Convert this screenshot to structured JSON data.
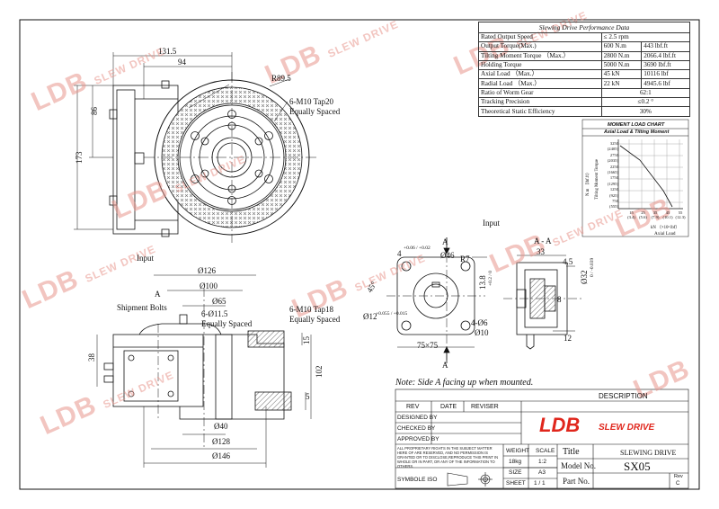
{
  "performance": {
    "title": "Slewing Drive Performance Data",
    "rows": [
      {
        "label": "Rated Output Speed",
        "v1": "≤ 2.5 rpm",
        "v2": ""
      },
      {
        "label": "Output Torque(Max.)",
        "v1": "600 N.m",
        "v2": "443 lbf.ft"
      },
      {
        "label": "Tilting Moment Torque （Max.）",
        "v1": "2800 N.m",
        "v2": "2066.4 lbf.ft"
      },
      {
        "label": "Holding Torque",
        "v1": "5000 N.m",
        "v2": "3690 lbf.ft"
      },
      {
        "label": "Axial Load （Max.）",
        "v1": "45 kN",
        "v2": "10116 lbf"
      },
      {
        "label": "Radial Load （Max.）",
        "v1": "22 kN",
        "v2": "4945.6 lbf"
      },
      {
        "label": "Ratio of Worm Gear",
        "v1": "62:1",
        "v2": ""
      },
      {
        "label": "Tracking Precision",
        "v1": "≤0.2 °",
        "v2": ""
      },
      {
        "label": "Theoretical Static Efficiency",
        "v1": "30%",
        "v2": ""
      }
    ]
  },
  "moment_chart": {
    "title": "MOMENT LOAD CHART",
    "subtitle": "Axial Load & Tilting Moment",
    "ylabel": "N.m （lbf.ft）",
    "ylabel2": "Tilting Moment Torque",
    "y_ticks": [
      "3250",
      "(2405)",
      "2750",
      "(2035)",
      "2250",
      "(1665)",
      "1750",
      "(1295)",
      "1250",
      "(925)",
      "750",
      "(555)"
    ],
    "x_ticks": [
      "15",
      "(3.4)",
      "25",
      "(5.6)",
      "35",
      "(7.9)",
      "45",
      "(10.1)",
      "55",
      "(12.3)"
    ],
    "xlabel_unit": "kN （×10³ lbf）",
    "xlabel": "Axial Load"
  },
  "dims": {
    "d131": "131.5",
    "d94": "94",
    "r89": "R89.5",
    "tap20": "6-M10 Tap20",
    "eq1": "Equally Spaced",
    "d86": "86",
    "d173": "173",
    "input1": "Input",
    "input2": "Input",
    "d126": "Ø126",
    "d100": "Ø100",
    "d65": "Ø65",
    "tap18": "6-M10 Tap18",
    "hole": "6-Ø11.5",
    "eq2": "Equally Spaced",
    "eq3": "Equally Spaced",
    "ship": "Shipment Bolts",
    "a_mark": "A",
    "d38": "38",
    "d15": "15",
    "d102": "102",
    "d5": "5",
    "d40": "Ø40",
    "d128": "Ø128",
    "d146": "Ø146",
    "key4": "4",
    "key4tol": "+0.06 / +0.02",
    "d46": "Ø46",
    "r7": "R7",
    "d138": "13.8",
    "d138tol": "+0.2 / 0",
    "a45": "45°",
    "d12": "Ø12",
    "d12tol": "+0.055 / +0.015",
    "d4x6": "4-Ø6",
    "d10": "Ø10",
    "d75": "75×75",
    "sec_a": "A",
    "sec_a2": "A",
    "aa": "A - A",
    "d33": "33",
    "d45": "4.5",
    "d32": "Ø32",
    "d32tol": "0 / -0.039",
    "d8": "8",
    "d12b": "12",
    "note": "Note: Side A facing up when mounted."
  },
  "titleblock": {
    "description": "DESCRIPTION",
    "rev": "REV",
    "date": "DATE",
    "reviser": "REVISER",
    "designed": "DESIGNED BY",
    "checked": "CHECKED BY",
    "approved": "APPROVED BY",
    "rights": "ALL PROPRIETARY RIGHTS IN THE SUBJECT MATTER HERE OF ARE RESERVED, AND NO PERMISSION IS GRANTED OR TO DISCLOSE,REPRODUCE THIS PRINT IN WHOLE OR IN PART, OR ANY OF THE INFORMATION TO OTHERS.",
    "weight_label": "WEIGHT",
    "weight": "18kg",
    "scale_label": "SCALE",
    "scale": "1:2",
    "size_label": "SIZE",
    "size": "A3",
    "sheet_label": "SHEET",
    "sheet": "1  /  1",
    "symbol": "SYMBOLE ISO",
    "logo": "LDB",
    "logo_sub": "SLEW DRIVE",
    "title_label": "Title",
    "title": "SLEWING DRIVE",
    "model_label": "Model No.",
    "model": "SX05",
    "part_label": "Part No.",
    "rev_label": "Rev",
    "rev_val": "C"
  },
  "watermark": {
    "brand": "LDB",
    "sub": "SLEW DRIVE"
  },
  "colors": {
    "watermark": "#e8968c",
    "line": "#111111",
    "hatch": "#444444"
  }
}
